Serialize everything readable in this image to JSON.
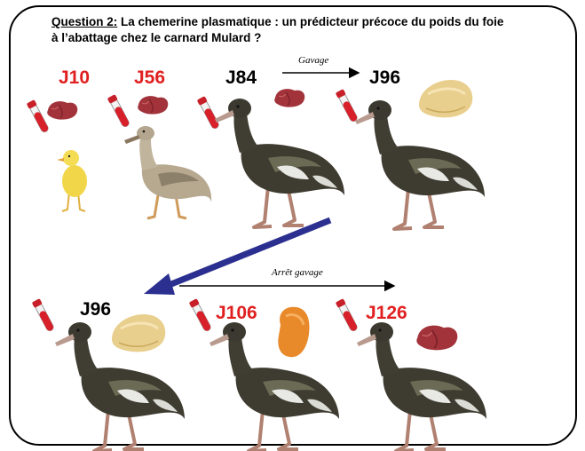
{
  "title": {
    "question_label": "Question 2:",
    "text_line1": " La chemerine plasmatique : un prédicteur précoce du poids du foie",
    "text_line2": "à l’abattage chez le carnard Mulard ?"
  },
  "days": {
    "j10": "J10",
    "j56": "J56",
    "j84": "J84",
    "j96_top": "J96",
    "j96_bottom": "J96",
    "j106": "J106",
    "j126": "J126"
  },
  "labels": {
    "gavage": "Gavage",
    "arret_gavage": "Arrêt gavage"
  },
  "colors": {
    "red_label": "#e02020",
    "big_arrow": "#2b2f8f",
    "liver_red": "#a2333b",
    "liver_fatty": "#e9cf8e",
    "liver_orange": "#e8892a"
  },
  "icons": [
    "blood-tube-icon",
    "liver-icon",
    "duckling-image",
    "young-duck-image",
    "mulard-duck-image",
    "fatty-liver-icon"
  ]
}
